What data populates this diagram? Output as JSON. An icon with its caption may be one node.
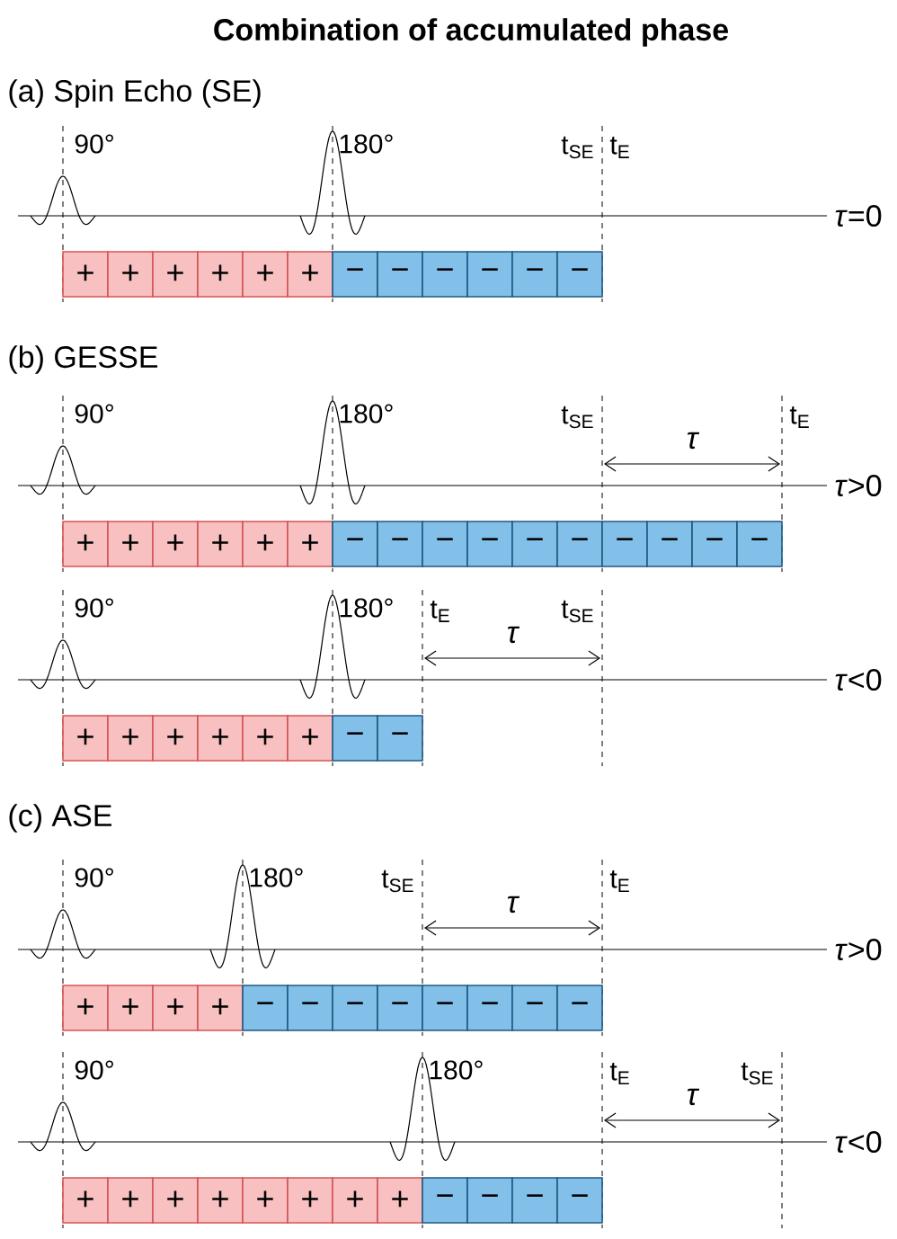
{
  "diagram": {
    "title": "Combination of accumulated phase",
    "nodes": [
      {
        "text": [
          "+"
        ]
      },
      {
        "text": [
          "+"
        ]
      },
      {
        "text": [
          "+"
        ]
      },
      {
        "text": [
          "+"
        ]
      },
      {
        "text": [
          "+"
        ]
      },
      {
        "text": [
          "+"
        ]
      },
      {
        "text": [
          "−"
        ]
      },
      {
        "text": [
          "−"
        ]
      },
      {
        "text": [
          "−"
        ]
      },
      {
        "text": [
          "−"
        ]
      },
      {
        "text": [
          "−"
        ]
      },
      {
        "text": [
          "−"
        ]
      },
      {
        "text": [
          "+"
        ]
      },
      {
        "text": [
          "+"
        ]
      },
      {
        "text": [
          "+"
        ]
      },
      {
        "text": [
          "+"
        ]
      },
      {
        "text": [
          "+"
        ]
      },
      {
        "text": [
          "+"
        ]
      },
      {
        "text": [
          "−"
        ]
      },
      {
        "text": [
          "−"
        ]
      },
      {
        "text": [
          "−"
        ]
      },
      {
        "text": [
          "−"
        ]
      },
      {
        "text": [
          "−"
        ]
      },
      {
        "text": [
          "−"
        ]
      },
      {
        "text": [
          "−"
        ]
      },
      {
        "text": [
          "−"
        ]
      },
      {
        "text": [
          "−"
        ]
      },
      {
        "text": [
          "−"
        ]
      },
      {
        "text": [
          "+"
        ]
      },
      {
        "text": [
          "+"
        ]
      },
      {
        "text": [
          "+"
        ]
      },
      {
        "text": [
          "+"
        ]
      },
      {
        "text": [
          "+"
        ]
      },
      {
        "text": [
          "+"
        ]
      },
      {
        "text": [
          "−"
        ]
      },
      {
        "text": [
          "−"
        ]
      },
      {
        "text": [
          "+"
        ]
      },
      {
        "text": [
          "+"
        ]
      },
      {
        "text": [
          "+"
        ]
      },
      {
        "text": [
          "+"
        ]
      },
      {
        "text": [
          "−"
        ]
      },
      {
        "text": [
          "−"
        ]
      },
      {
        "text": [
          "−"
        ]
      },
      {
        "text": [
          "−"
        ]
      },
      {
        "text": [
          "−"
        ]
      },
      {
        "text": [
          "−"
        ]
      },
      {
        "text": [
          "−"
        ]
      },
      {
        "text": [
          "−"
        ]
      },
      {
        "text": [
          "+"
        ]
      },
      {
        "text": [
          "+"
        ]
      },
      {
        "text": [
          "+"
        ]
      },
      {
        "text": [
          "+"
        ]
      },
      {
        "text": [
          "+"
        ]
      },
      {
        "text": [
          "+"
        ]
      },
      {
        "text": [
          "+"
        ]
      },
      {
        "text": [
          "+"
        ]
      },
      {
        "text": [
          "−"
        ]
      },
      {
        "text": [
          "−"
        ]
      },
      {
        "text": [
          "−"
        ]
      },
      {
        "text": [
          "−"
        ]
      }
    ],
    "labels": [
      "(a) Spin Echo (SE)",
      "90°",
      "180°",
      "t$_{SE}$",
      "t$_{E}$",
      "*τ*=0",
      "(b) GESSE",
      "90°",
      "180°",
      "t$_{SE}$",
      "t$_{E}$",
      "τ",
      "*τ*>0",
      "90°",
      "180°",
      "t$_{E}$",
      "t$_{SE}$",
      "τ",
      "*τ*<0",
      "(c) ASE",
      "90°",
      "180°",
      "t$_{SE}$",
      "t$_{E}$",
      "τ",
      "*τ*>0",
      "90°",
      "180°",
      "t$_{E}$",
      "t$_{SE}$",
      "τ",
      "*τ*<0"
    ]
  }
}
